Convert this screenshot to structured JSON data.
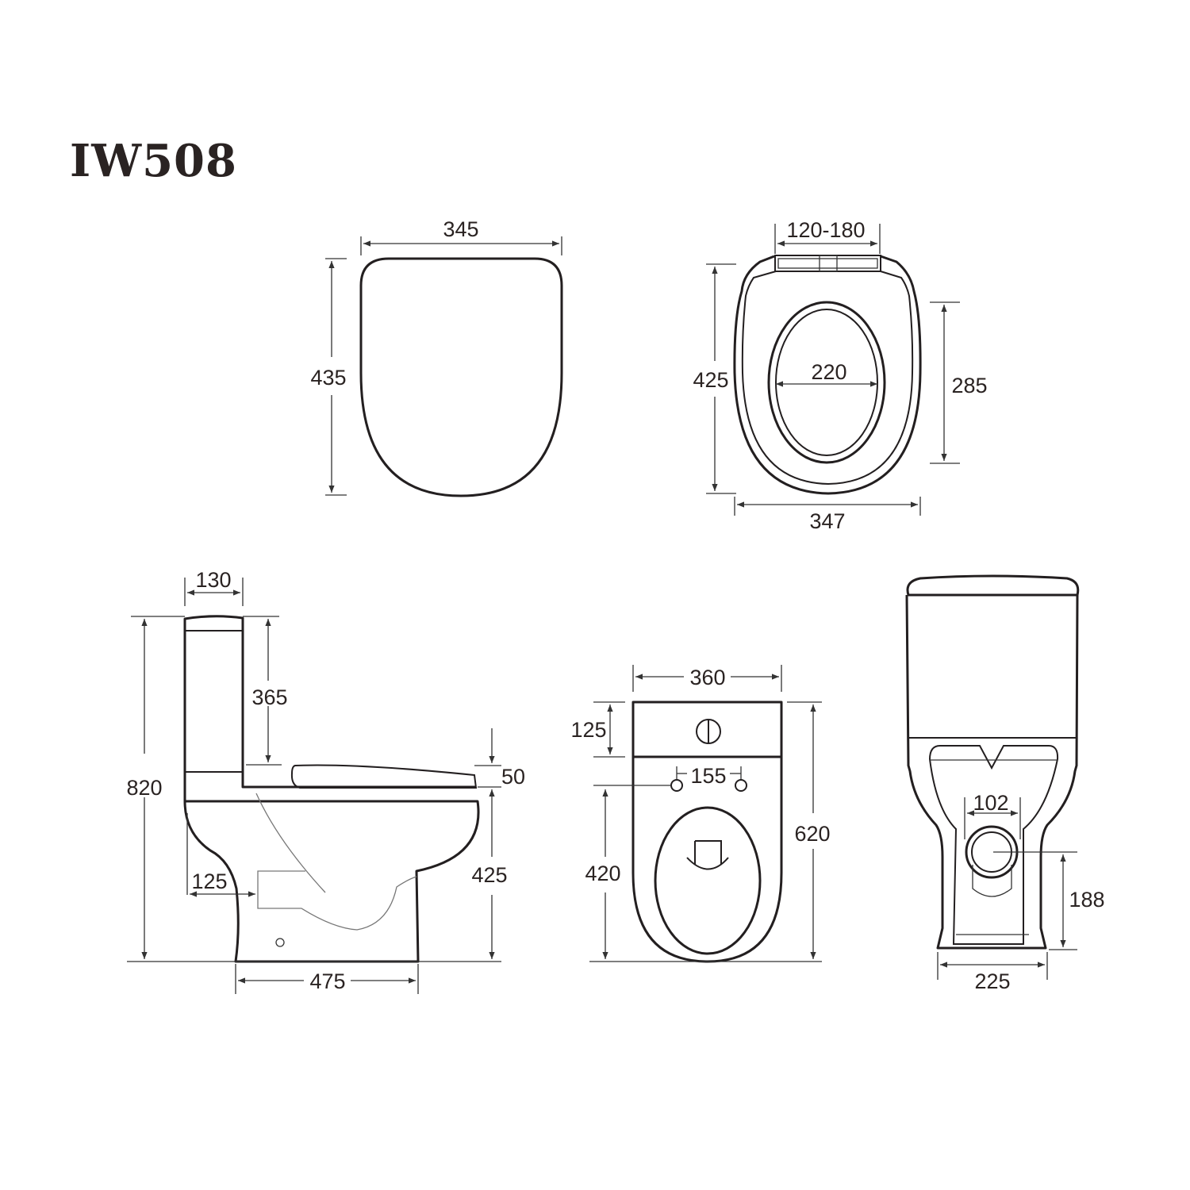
{
  "title": "IW508",
  "colors": {
    "line": "#231f20",
    "text": "#2a2322",
    "background": "#ffffff"
  },
  "views": {
    "lid_top": {
      "width": "345",
      "height": "435"
    },
    "seat_top": {
      "hinge_spacing": "120-180",
      "length": "425",
      "opening_width": "220",
      "opening_length": "285",
      "width": "347"
    },
    "side": {
      "tank_depth": "130",
      "total_height": "820",
      "tank_height_above_seat": "365",
      "seat_thickness": "50",
      "seat_height": "425",
      "outlet_setback": "125",
      "base_length": "475"
    },
    "top": {
      "width": "360",
      "tank_depth": "125",
      "fixing_spacing": "155",
      "fixing_to_front": "420",
      "total_length": "620"
    },
    "back": {
      "outlet_diameter": "102",
      "outlet_height": "188",
      "base_width": "225"
    }
  }
}
